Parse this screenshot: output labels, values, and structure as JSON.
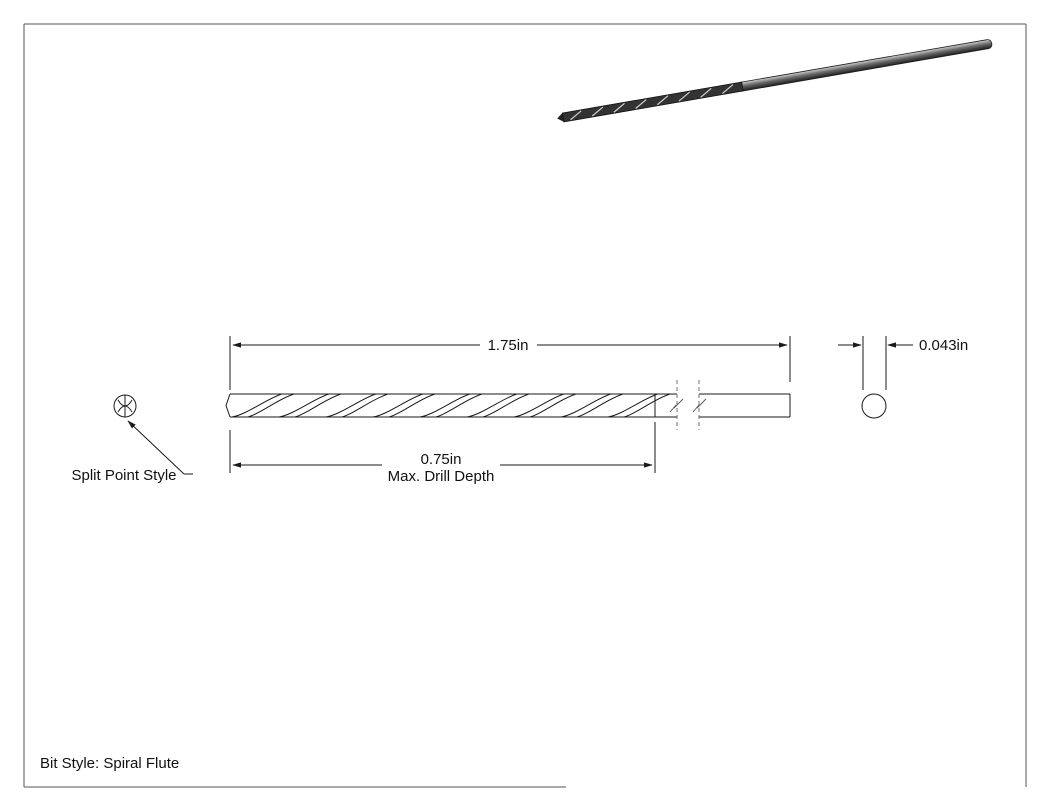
{
  "drawing": {
    "overall_length": "1.75in",
    "diameter": "0.043in",
    "drill_depth": "0.75in",
    "drill_depth_label": "Max. Drill Depth",
    "point_callout": "Split Point Style",
    "bit_style": "Bit Style: Spiral Flute"
  },
  "colors": {
    "line": "#1a1a1a",
    "border": "#555555",
    "bit_dark": "#2b2b2b",
    "bit_light": "#9a9a9a"
  }
}
